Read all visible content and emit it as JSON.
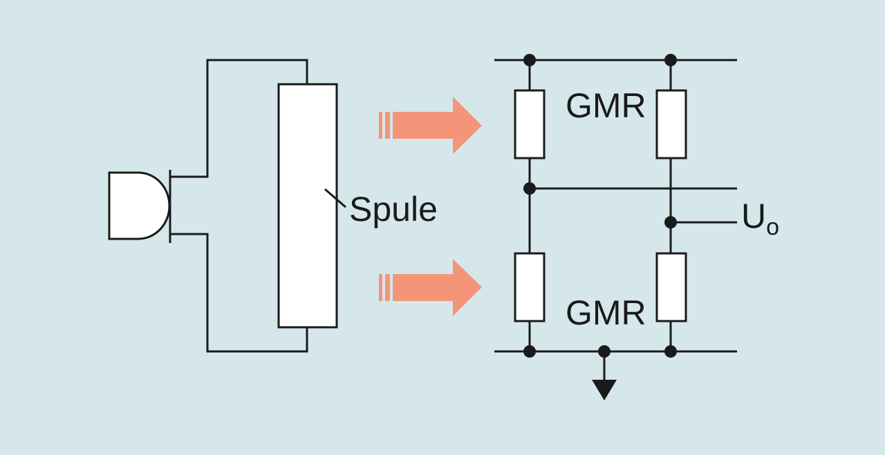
{
  "labels": {
    "gmr_top": "GMR",
    "gmr_bottom": "GMR",
    "coil": "Spule",
    "output_main": "U",
    "output_sub": "o"
  },
  "colors": {
    "background": "#d5e7eb",
    "wire": "#1a1a1a",
    "arrow": "#f4957a",
    "component_fill": "#ffffff"
  },
  "icons": {
    "source": "speaker-icon",
    "ground": "ground-arrow-icon",
    "field": "field-arrow-icon"
  }
}
